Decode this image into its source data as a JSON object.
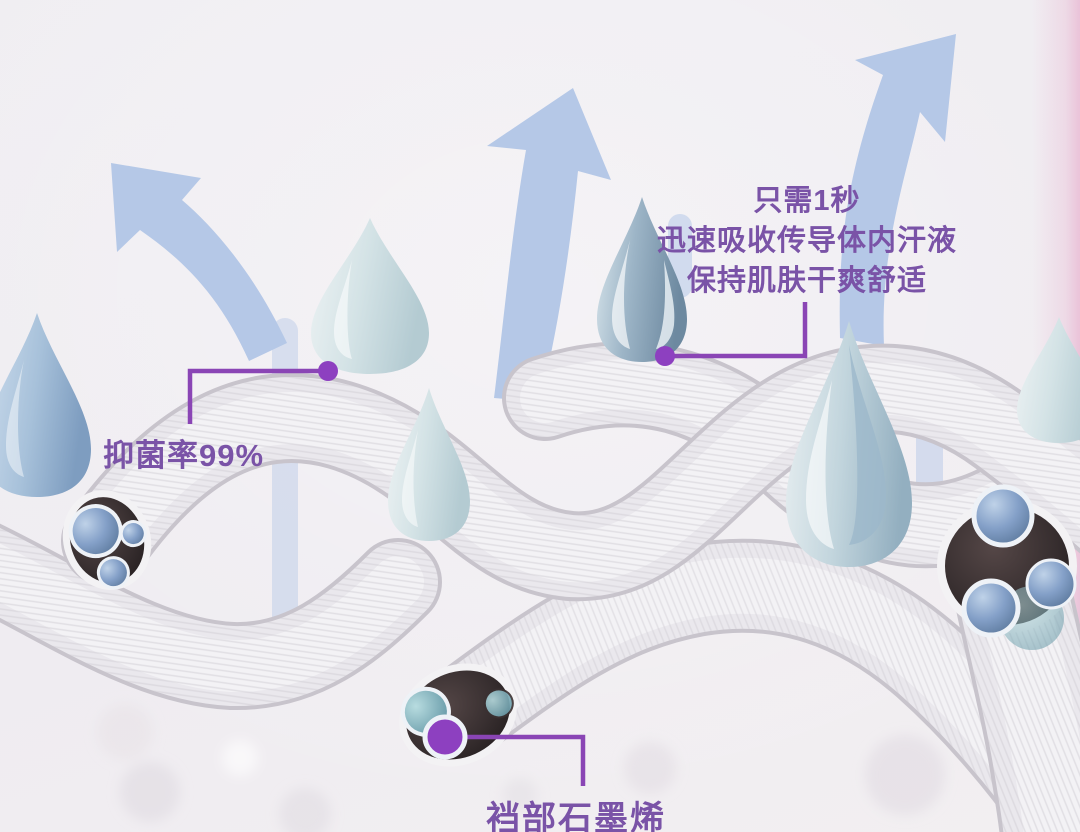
{
  "annotations": {
    "top_right": {
      "lines": [
        "只需1秒",
        "迅速吸收传导体内汗液",
        "保持肌肤干爽舒适"
      ]
    },
    "antibacterial": {
      "text": "抑菌率99%"
    },
    "crotch": {
      "text": "裆部石墨烯"
    }
  },
  "colors": {
    "annotation_text": "#7a53a7",
    "callout_line": "#8a45b5",
    "callout_dot": "#8d40c0",
    "arrow": "#b5c8e7",
    "background": "#f0edf1",
    "edge_pink": "#e7a6c8"
  }
}
